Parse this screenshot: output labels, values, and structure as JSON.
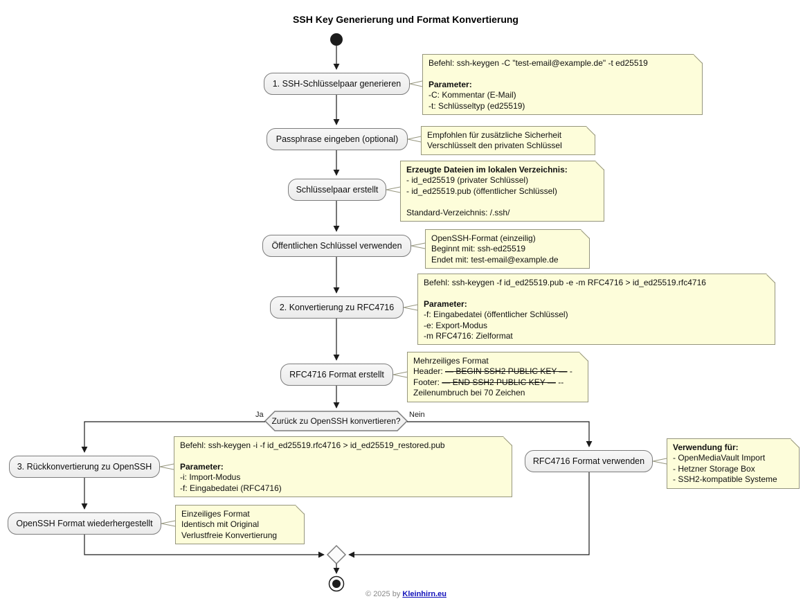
{
  "title": "SSH Key Generierung und Format Konvertierung",
  "colors": {
    "note_background": "#FDFDDA",
    "note_border": "#95957D",
    "node_background": "#F1F1F1",
    "node_border": "#7C7C7C",
    "edge": "#1C1C1C",
    "link": "#1111BB",
    "footer_text": "#888888"
  },
  "activities": {
    "generate": "1. SSH-Schlüsselpaar generieren",
    "passphrase": "Passphrase eingeben (optional)",
    "keypair_created": "Schlüsselpaar erstellt",
    "use_public_key": "Öffentlichen Schlüssel verwenden",
    "convert_rfc4716": "2. Konvertierung zu RFC4716",
    "rfc4716_created": "RFC4716 Format erstellt",
    "reconvert_openssh": "3. Rückkonvertierung zu OpenSSH",
    "openssh_restored": "OpenSSH Format wiederhergestellt",
    "use_rfc4716": "RFC4716 Format verwenden"
  },
  "decision": {
    "question": "Zurück zu OpenSSH konvertieren?",
    "yes_label": "Ja",
    "no_label": "Nein"
  },
  "notes": {
    "keygen": {
      "befehl": "Befehl: ssh-keygen -C \"test-email@example.de\" -t ed25519",
      "param_header": "Parameter:",
      "p1": "-C: Kommentar (E-Mail)",
      "p2": "-t: Schlüsseltyp (ed25519)"
    },
    "passphrase": {
      "l1": "Empfohlen für zusätzliche Sicherheit",
      "l2": "Verschlüsselt den privaten Schlüssel"
    },
    "files": {
      "header": "Erzeugte Dateien im lokalen Verzeichnis:",
      "l1": "- id_ed25519 (privater Schlüssel)",
      "l2": "- id_ed25519.pub (öffentlicher Schlüssel)",
      "l3": "Standard-Verzeichnis: /.ssh/"
    },
    "openssh_format": {
      "l1": "OpenSSH-Format (einzeilig)",
      "l2": "Beginnt mit: ssh-ed25519",
      "l3": "Endet mit: test-email@example.de"
    },
    "convert": {
      "befehl": "Befehl: ssh-keygen -f id_ed25519.pub -e -m RFC4716 > id_ed25519.rfc4716",
      "param_header": "Parameter:",
      "p1": "-f: Eingabedatei (öffentlicher Schlüssel)",
      "p2": "-e: Export-Modus",
      "p3": "-m RFC4716: Zielformat"
    },
    "rfc_format": {
      "l1": "Mehrzeiliges Format",
      "header_pre": "Header: ",
      "header_strike": "— BEGIN SSH2 PUBLIC KEY —",
      "header_post": " -",
      "footer_pre": "Footer: ",
      "footer_strike": "— END SSH2 PUBLIC KEY —",
      "footer_post": " --",
      "l4": "Zeilenumbruch bei 70 Zeichen"
    },
    "reconvert": {
      "befehl": "Befehl: ssh-keygen -i -f id_ed25519.rfc4716 > id_ed25519_restored.pub",
      "param_header": "Parameter:",
      "p1": "-i: Import-Modus",
      "p2": "-f: Eingabedatei (RFC4716)"
    },
    "restored": {
      "l1": "Einzeiliges Format",
      "l2": "Identisch mit Original",
      "l3": "Verlustfreie Konvertierung"
    },
    "usage": {
      "header": "Verwendung für:",
      "l1": "- OpenMediaVault Import",
      "l2": "- Hetzner Storage Box",
      "l3": "- SSH2-kompatible Systeme"
    }
  },
  "footer": {
    "copyright": "© 2025 by",
    "link": "Kleinhirn.eu"
  }
}
